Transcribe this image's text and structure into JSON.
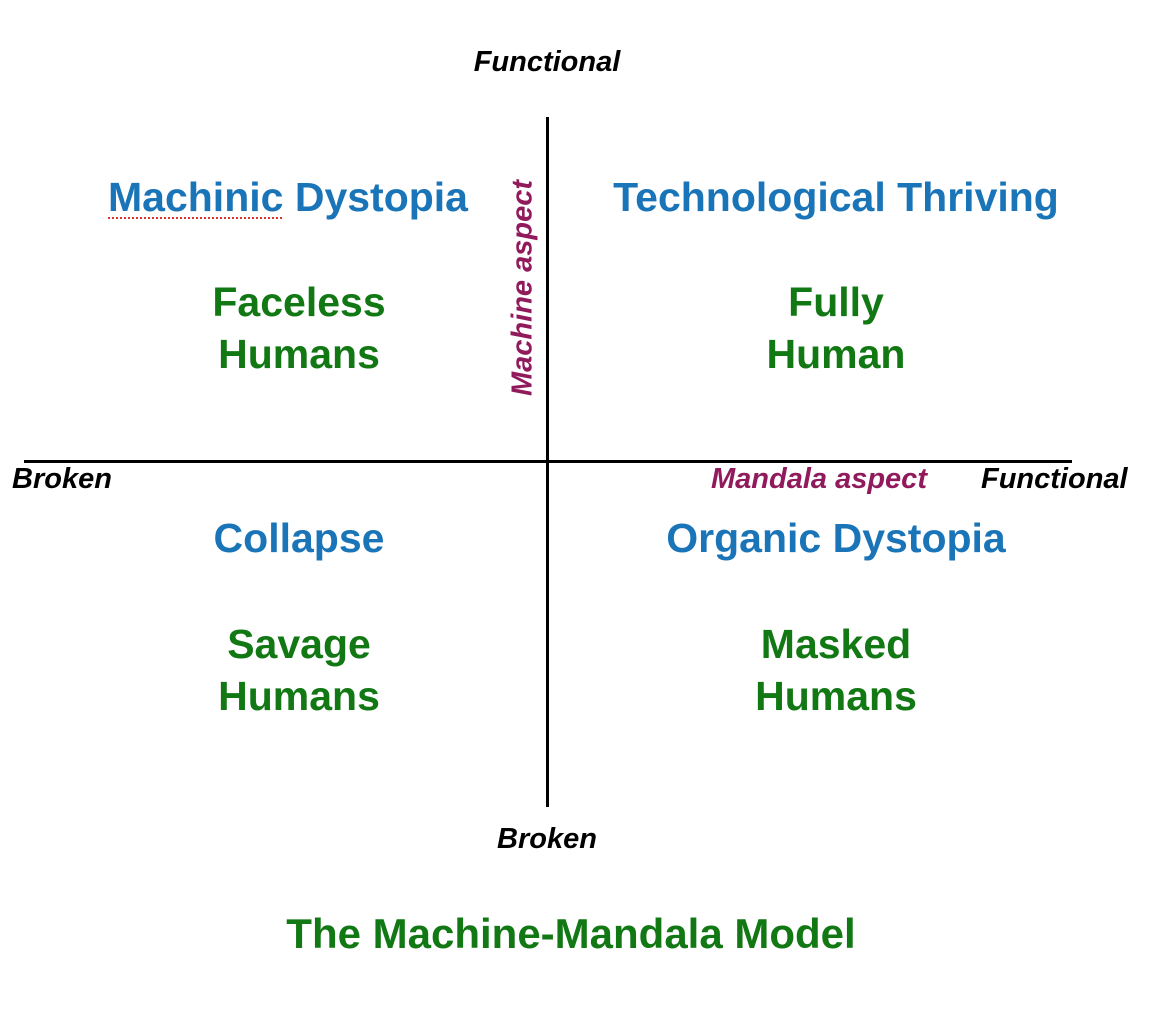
{
  "axes": {
    "vertical_top": "Functional",
    "vertical_bottom": "Broken",
    "horizontal_left": "Broken",
    "horizontal_right": "Functional",
    "vertical_name": "Machine aspect",
    "horizontal_name": "Mandala aspect"
  },
  "quadrants": {
    "top_left": {
      "scenario_word1": "Machinic",
      "scenario_word2": " Dystopia",
      "humans": "Faceless\nHumans"
    },
    "top_right": {
      "scenario": "Technological Thriving",
      "humans": "Fully\nHuman"
    },
    "bottom_left": {
      "scenario": "Collapse",
      "humans": "Savage\nHumans"
    },
    "bottom_right": {
      "scenario": "Organic Dystopia",
      "humans": "Masked\nHumans"
    }
  },
  "title": "The Machine-Mandala Model",
  "colors": {
    "scenario": "#1a74b8",
    "humans": "#127814",
    "aspect": "#911a5c",
    "axis": "#000000"
  }
}
